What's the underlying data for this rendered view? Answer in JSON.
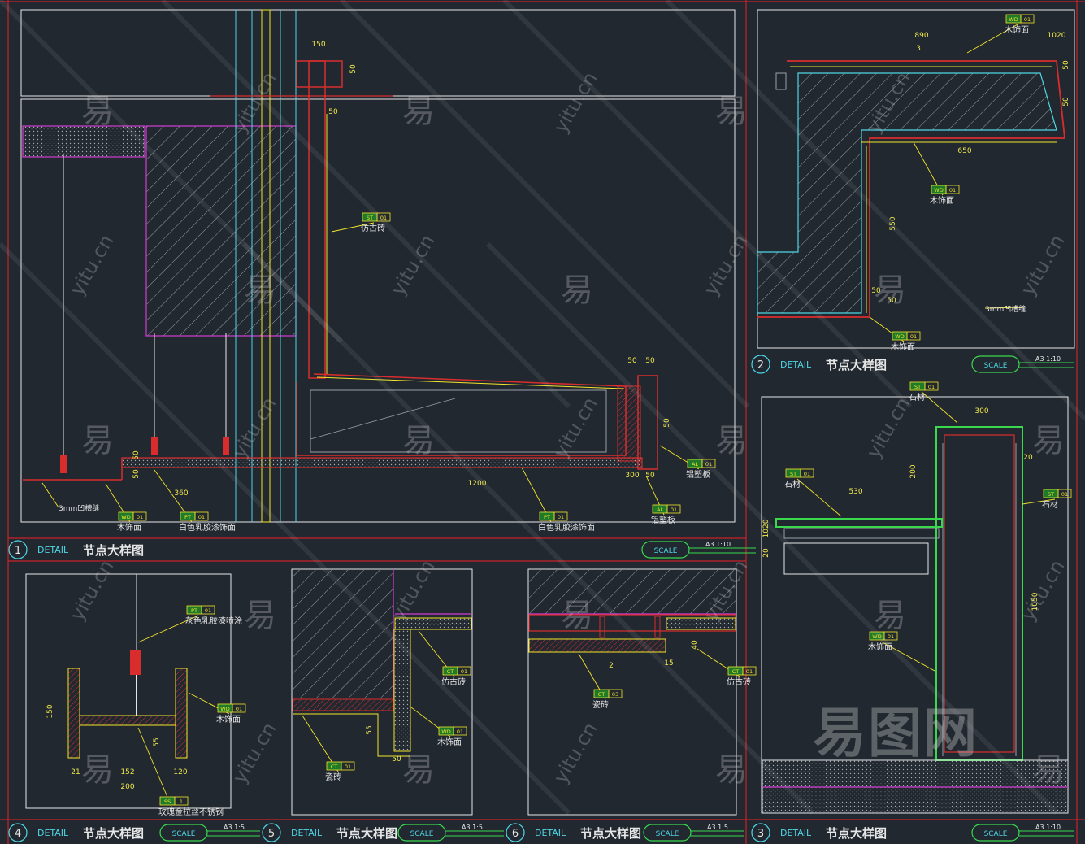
{
  "colors": {
    "background": "#212830",
    "frame": "#c8232a",
    "outline": "#d92d2d",
    "white_line": "#e6e6e6",
    "cyan": "#4fd6e6",
    "magenta": "#d23cd2",
    "yellow": "#f4e52a",
    "green": "#39d84d",
    "tag_fill": "#1f7a2a",
    "hatch": "#9aa0a6",
    "dim_text": "#f1e94a"
  },
  "panels": [
    {
      "id": "1",
      "detail": "DETAIL",
      "title": "节点大样图",
      "scale_label": "SCALE",
      "scale_value": "A3 1:10"
    },
    {
      "id": "2",
      "detail": "DETAIL",
      "title": "节点大样图",
      "scale_label": "SCALE",
      "scale_value": "A3 1:10"
    },
    {
      "id": "4",
      "detail": "DETAIL",
      "title": "节点大样图",
      "scale_label": "SCALE",
      "scale_value": "A3 1:5"
    },
    {
      "id": "5",
      "detail": "DETAIL",
      "title": "节点大样图",
      "scale_label": "SCALE",
      "scale_value": "A3 1:5"
    },
    {
      "id": "6",
      "detail": "DETAIL",
      "title": "节点大样图",
      "scale_label": "SCALE",
      "scale_value": "A3 1:5"
    },
    {
      "id": "3",
      "detail": "DETAIL",
      "title": "节点大样图",
      "scale_label": "SCALE",
      "scale_value": "A3 1:10"
    }
  ],
  "callouts": {
    "p1_stone": {
      "code": "ST",
      "num": "01",
      "label": "仿古砖"
    },
    "p1_wood": {
      "code": "WD",
      "num": "01",
      "label": "木饰面"
    },
    "p1_paint_a": {
      "code": "PT",
      "num": "01",
      "label": "白色乳胶漆饰面"
    },
    "p1_paint_b": {
      "code": "PT",
      "num": "01",
      "label": "白色乳胶漆饰面"
    },
    "p1_al_a": {
      "code": "AL",
      "num": "01",
      "label": "铝塑板"
    },
    "p1_al_b": {
      "code": "AL",
      "num": "01",
      "label": "铝塑板"
    },
    "p1_gap": {
      "label": "3mm凹槽缝"
    },
    "p2_wood_top": {
      "code": "WD",
      "num": "01",
      "label": "木饰面"
    },
    "p2_wood_mid": {
      "code": "WD",
      "num": "01",
      "label": "木饰面"
    },
    "p2_wood_bot": {
      "code": "WD",
      "num": "01",
      "label": "木饰面"
    },
    "p2_gap": {
      "label": "3mm凹槽缝"
    },
    "p3_stone_top": {
      "code": "ST",
      "num": "01",
      "label": "石材"
    },
    "p3_stone_left": {
      "code": "ST",
      "num": "01",
      "label": "石材"
    },
    "p3_stone_right": {
      "code": "ST",
      "num": "01",
      "label": "石材"
    },
    "p3_wood": {
      "code": "WD",
      "num": "01",
      "label": "木饰面"
    },
    "p4_paint": {
      "code": "PT",
      "num": "01",
      "label": "灰色乳胶漆喷涂"
    },
    "p4_wood": {
      "code": "WD",
      "num": "01",
      "label": "木饰面"
    },
    "p4_steel": {
      "code": "SS",
      "num": "1",
      "label": "玫瑰金拉丝不锈钢"
    },
    "p5_tile": {
      "code": "CT",
      "num": "01",
      "label": "仿古砖"
    },
    "p5_wood": {
      "code": "WD",
      "num": "01",
      "label": "木饰面"
    },
    "p5_ceramic": {
      "code": "CT",
      "num": "01",
      "label": "瓷砖"
    },
    "p6_ceramic": {
      "code": "CT",
      "num": "03",
      "label": "瓷砖"
    },
    "p6_tile": {
      "code": "CT",
      "num": "01",
      "label": "仿古砖"
    }
  },
  "dimensions": {
    "p1": [
      "150",
      "50",
      "50",
      "50",
      "50",
      "50",
      "50",
      "300",
      "50",
      "360",
      "1200",
      "50"
    ],
    "p2": [
      "890",
      "1020",
      "3",
      "650",
      "50",
      "550",
      "50",
      "50",
      "50"
    ],
    "p3": [
      "300",
      "20",
      "200",
      "530",
      "1020",
      "1050",
      "20"
    ],
    "p4": [
      "150",
      "21",
      "152",
      "120",
      "200",
      "55"
    ],
    "p5": [
      "50",
      "55"
    ],
    "p6": [
      "2",
      "15",
      "40"
    ]
  },
  "watermarks": {
    "short": "易",
    "site": "yitu.cn",
    "brand": "易图网"
  }
}
